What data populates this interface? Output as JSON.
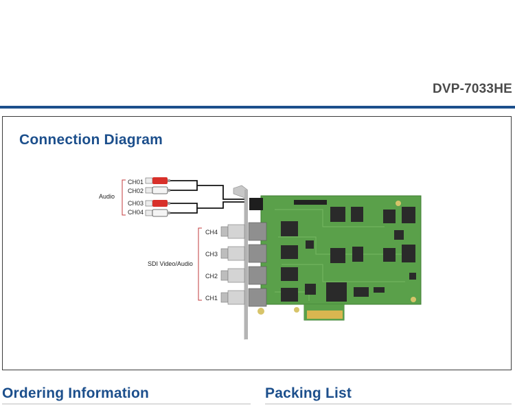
{
  "header": {
    "model": "DVP-7033HE"
  },
  "connection": {
    "title": "Connection Diagram",
    "audio_label": "Audio",
    "audio_channels": [
      "CH01",
      "CH02",
      "CH03",
      "CH04"
    ],
    "sdi_label": "SDI Video/Audio",
    "sdi_channels": [
      "CH4",
      "CH3",
      "CH2",
      "CH1"
    ]
  },
  "ordering": {
    "title": "Ordering Information"
  },
  "packing": {
    "title": "Packing List"
  },
  "colors": {
    "brand_blue": "#1c4f8c",
    "pcb_green": "#5aa04a",
    "connector_red": "#d8302a"
  }
}
